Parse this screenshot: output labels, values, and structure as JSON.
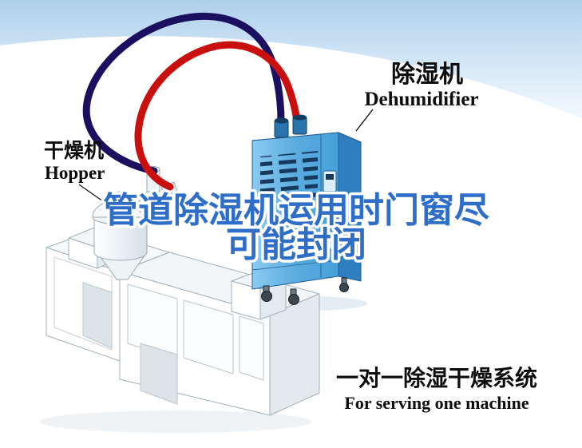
{
  "labels": {
    "dehumidifier": {
      "cn": "除湿机",
      "en": "Dehumidifier"
    },
    "dryer": {
      "cn": "干燥机",
      "en": "Hopper"
    },
    "overlay": {
      "line1": "管道除湿机运用时门窗尽",
      "line2": "可能封闭"
    },
    "system": {
      "cn": "一对一除湿干燥系统",
      "en": "For serving one machine"
    }
  },
  "colors": {
    "overlay_text": "#2f6ec8",
    "overlay_outline": "#ffffff",
    "label_text": "#0d0d0d",
    "pipe_red": "#c9100f",
    "pipe_navy": "#1b1060",
    "dehumidifier_body": "#56a9de",
    "swoosh_blue": "#b9d7ef"
  }
}
